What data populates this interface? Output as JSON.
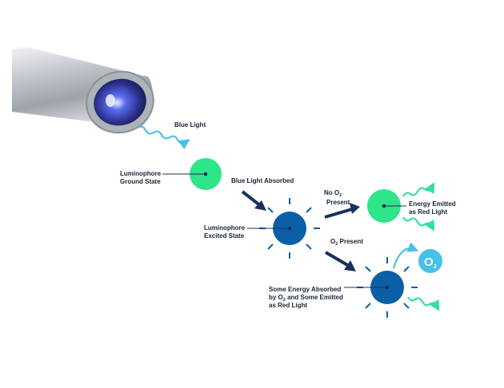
{
  "labels": {
    "blue_light": "Blue Light",
    "ground_state_1": "Luminophore",
    "ground_state_2": "Ground State",
    "absorbed": "Blue Light Absorbed",
    "excited_1": "Luminophore",
    "excited_2": "Excited State",
    "no_o2_prefix": "No O",
    "no_o2_sub": "2",
    "no_o2_line2": "Present",
    "o2_prefix": "O",
    "o2_sub": "2",
    "o2_suffix": " Present",
    "energy_1": "Energy Emitted",
    "energy_2": "as Red Light",
    "some_1": "Some Energy Absorbed",
    "some_2_prefix": "by O",
    "some_2_sub": "2",
    "some_2_suffix": " and Some Emitted",
    "some_3": "as Red Light",
    "o2_bubble_letter": "O",
    "o2_bubble_sub": "2"
  },
  "colors": {
    "green": "#2ee58a",
    "blue": "#0b5fa6",
    "navy": "#17305c",
    "light_blue": "#46c1ea",
    "teal_arrow": "#33dfa0",
    "text": "#1a2333"
  },
  "icons": {
    "probe": "fiber-optic-probe-icon",
    "wave": "wavy-light-arrow-icon"
  }
}
